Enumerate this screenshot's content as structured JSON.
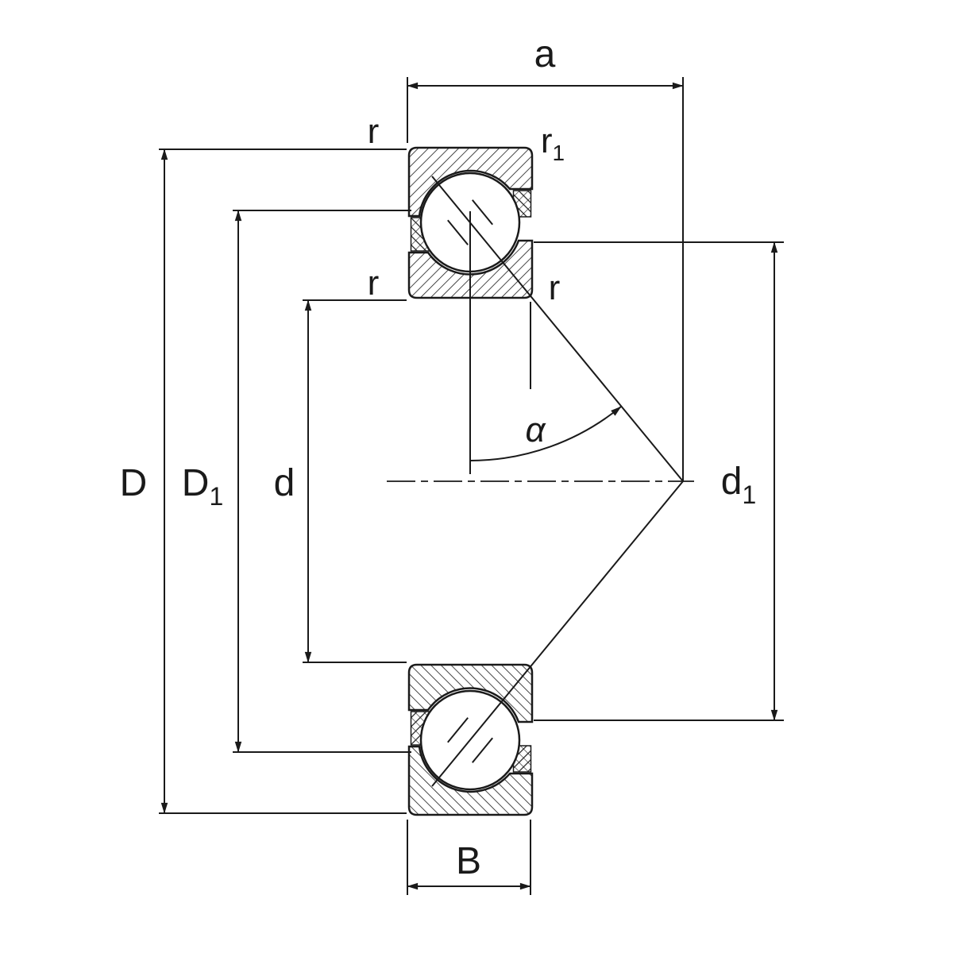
{
  "diagram": {
    "type": "engineering-drawing",
    "subject": "Angular contact ball bearing cross-section with dimension symbols",
    "background_color": "#ffffff",
    "line_color": "#1a1a1a",
    "labels": {
      "a": "a",
      "B": "B",
      "D": "D",
      "d": "d",
      "alpha": "α",
      "r_outer_left": "r",
      "r_inner_left": "r",
      "r_inner_right": "r",
      "r1": {
        "base": "r",
        "sub": "1"
      },
      "D1": {
        "base": "D",
        "sub": "1"
      },
      "d1": {
        "base": "d",
        "sub": "1"
      }
    }
  }
}
